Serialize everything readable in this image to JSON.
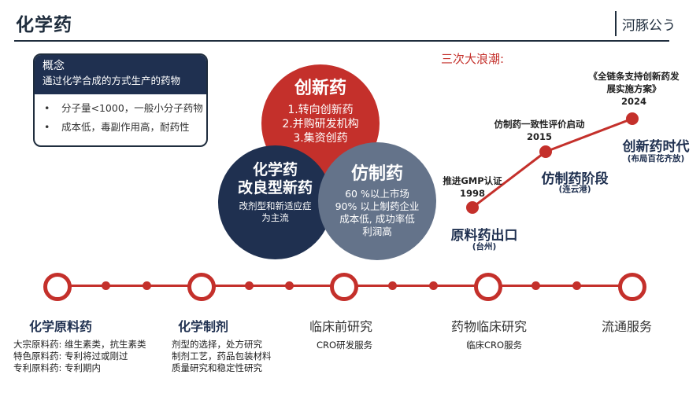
{
  "header": {
    "title": "化学药",
    "brand": "河豚公う"
  },
  "concept": {
    "title": "概念",
    "subtitle": "通过化学合成的方式生产的药物",
    "bullets": [
      "分子量<1000，一般小分子药物",
      "成本低，毒副作用高，耐药性"
    ],
    "bullet_glyph": "•"
  },
  "circles": {
    "innovative": {
      "title": "创新药",
      "lines": [
        "1.转向创新药",
        "2.并购研发机构",
        "3.集资创药"
      ],
      "color": "#c4302b"
    },
    "improved": {
      "title_1": "化学药",
      "title_2": "改良型新药",
      "lines": [
        "改剂型和新适应症",
        "为主流"
      ],
      "color": "#1f3050"
    },
    "generic": {
      "title": "仿制药",
      "lines": [
        "60 %以上市场",
        "90% 以上制药企业",
        "成本低, 成功率低",
        "利润高"
      ],
      "color": "#64738a"
    }
  },
  "waves": {
    "title": "三次大浪潮:",
    "milestones": [
      {
        "event": "推进GMP认证",
        "year": "1998",
        "era": "原料药出口",
        "place": "(台州)"
      },
      {
        "event": "仿制药一致性评价启动",
        "year": "2015",
        "era": "仿制药阶段",
        "place": "(连云港)"
      },
      {
        "event_1": "《全链条支持创新药发",
        "event_2": "展实施方案》",
        "year": "2024",
        "era": "创新药时代",
        "place": "(布局百花齐放)"
      }
    ]
  },
  "chain": {
    "stages": [
      {
        "title": "化学原料药",
        "details": [
          "大宗原料药: 维生素类，抗生素类",
          "特色原料药: 专利将过或刚过",
          "专利原料药: 专利期内"
        ]
      },
      {
        "title": "化学制剂",
        "details": [
          "剂型的选择，处方研究",
          "制剂工艺，药品包装材料",
          "质量研究和稳定性研究"
        ]
      },
      {
        "title": "临床前研究",
        "details": [
          "CRO研发服务"
        ]
      },
      {
        "title": "药物临床研究",
        "details": [
          "临床CRO服务"
        ]
      },
      {
        "title": "流通服务",
        "details": []
      }
    ]
  },
  "colors": {
    "accent_red": "#c4302b",
    "navy": "#1f3050",
    "slate": "#64738a"
  }
}
